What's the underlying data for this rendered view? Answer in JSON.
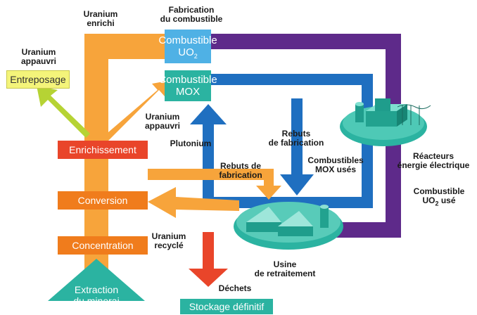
{
  "colors": {
    "orange": "#f7a43b",
    "dark_orange": "#f07c1c",
    "red_orange": "#e9452a",
    "purple": "#5e2a8a",
    "blue": "#1f6fc0",
    "teal": "#2bb3a1",
    "yellow_green": "#b6d334",
    "light_blue": "#4fb1e5",
    "pale_yellow": "#f4f47a"
  },
  "boxes": {
    "entreposage": "Entreposage",
    "combustible_uo2": {
      "line1": "Combustible",
      "line2": "UO",
      "sub": "2"
    },
    "combustible_mox": {
      "line1": "Combustible",
      "line2": "MOX"
    },
    "enrichissement": "Enrichissement",
    "conversion": "Conversion",
    "concentration": "Concentration",
    "extraction": {
      "line1": "Extraction",
      "line2": "du minerai"
    },
    "stockage": "Stockage définitif"
  },
  "labels": {
    "uranium_enrichi": [
      "Uranium",
      "enrichi"
    ],
    "fabrication_combustible": [
      "Fabrication",
      "du combustible"
    ],
    "uranium_appauvri_top": [
      "Uranium",
      "appauvri"
    ],
    "uranium_appauvri_mid": [
      "Uranium",
      "appauvri"
    ],
    "plutonium": "Plutonium",
    "rebuts_fabrication_right": [
      "Rebuts",
      "de fabrication"
    ],
    "rebuts_fabrication_left": [
      "Rebuts de",
      "fabrication"
    ],
    "combustibles_mox_uses": [
      "Combustibles",
      "MOX usés"
    ],
    "reacteurs": [
      "Réacteurs",
      "énergie électrique"
    ],
    "combustible_uo2_use": {
      "line1": "Combustible",
      "pre": "UO",
      "sub": "2",
      "post": " usé"
    },
    "uranium_recycle": [
      "Uranium",
      "recyclé"
    ],
    "usine_retraitement": [
      "Usine",
      "de retraitement"
    ],
    "dechets": "Déchets"
  }
}
